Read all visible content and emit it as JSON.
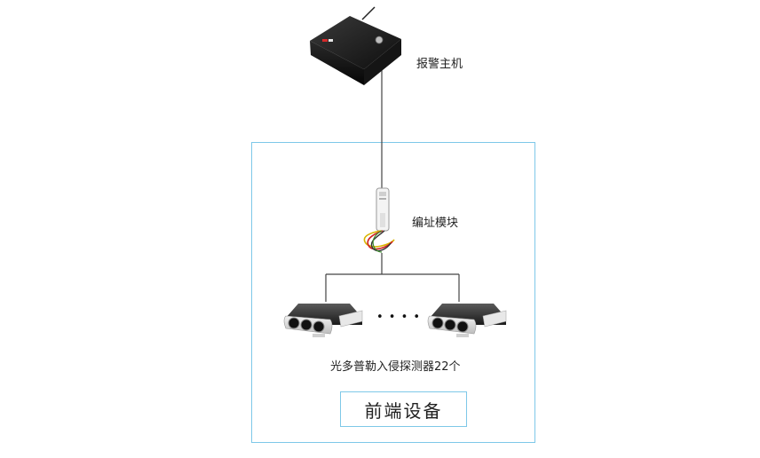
{
  "alarm_host": {
    "label": "报警主机"
  },
  "address_module": {
    "label": "编址模块"
  },
  "detectors": {
    "label": "光多普勒入侵探测器22个",
    "ellipsis": "• • • •"
  },
  "front_equipment": {
    "label": "前端设备"
  },
  "colors": {
    "frame_border": "#7ec8e8",
    "wire": "#444444",
    "host_body": "#1f1f1f",
    "brand_red": "#d42a2a"
  }
}
